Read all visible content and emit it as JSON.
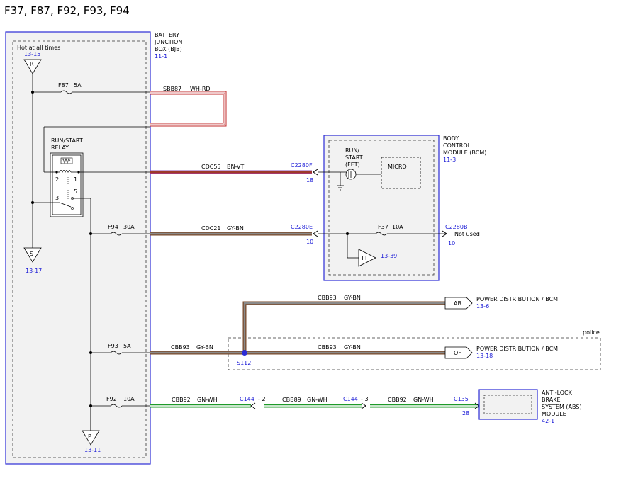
{
  "title": "F37, F87, F92, F93, F94",
  "bjb": {
    "name": [
      "BATTERY",
      "JUNCTION",
      "BOX (BJB)"
    ],
    "ref": "11-1",
    "hot_label": "Hot at all times",
    "hot_ref": "13-15",
    "connector_R": "R",
    "connector_S": "S",
    "ref_S": "13-17",
    "connector_P": "P",
    "ref_P": "13-11"
  },
  "relay": {
    "name": [
      "RUN/START",
      "RELAY"
    ],
    "pins": {
      "p1": "1",
      "p2": "2",
      "p3": "3",
      "p5": "5"
    }
  },
  "fuses": {
    "f87": {
      "id": "F87",
      "rating": "5A"
    },
    "f94": {
      "id": "F94",
      "rating": "30A"
    },
    "f93": {
      "id": "F93",
      "rating": "5A"
    },
    "f92": {
      "id": "F92",
      "rating": "10A"
    },
    "f37": {
      "id": "F37",
      "rating": "10A"
    }
  },
  "wires": {
    "sbb87": {
      "circuit": "SBB87",
      "color": "WH-RD"
    },
    "cdc55": {
      "circuit": "CDC55",
      "color": "BN-VT"
    },
    "cdc21": {
      "circuit": "CDC21",
      "color": "GY-BN"
    },
    "cbb93_up": {
      "circuit": "CBB93",
      "color": "GY-BN"
    },
    "cbb93_left": {
      "circuit": "CBB93",
      "color": "GY-BN"
    },
    "cbb93_right": {
      "circuit": "CBB93",
      "color": "GY-BN"
    },
    "cbb92_left": {
      "circuit": "CBB92",
      "color": "GN-WH"
    },
    "cbb89": {
      "circuit": "CBB89",
      "color": "GN-WH"
    },
    "cbb92_right": {
      "circuit": "CBB92",
      "color": "GN-WH"
    }
  },
  "bcm": {
    "name": [
      "BODY",
      "CONTROL",
      "MODULE (BCM)"
    ],
    "ref": "11-3",
    "fet": [
      "RUN/",
      "START",
      "(FET)"
    ],
    "micro": "MICRO",
    "tt": "TT",
    "tt_ref": "13-39",
    "c2280f": "C2280F",
    "c2280f_pin": "18",
    "c2280e": "C2280E",
    "c2280e_pin": "10",
    "c2280b": "C2280B",
    "c2280b_pin": "10",
    "not_used": "Not used"
  },
  "splice": {
    "id": "S112"
  },
  "option": {
    "label": "police"
  },
  "offpage": {
    "ab": {
      "tag": "AB",
      "label": "POWER DISTRIBUTION / BCM",
      "ref": "13-6"
    },
    "of": {
      "tag": "OF",
      "label": "POWER DISTRIBUTION / BCM",
      "ref": "13-18"
    }
  },
  "inline": {
    "c144a": "C144",
    "c144a_pin": "2",
    "c144b": "C144",
    "c144b_pin": "3",
    "c135": "C135",
    "c135_pin": "28"
  },
  "abs": {
    "name": [
      "ANTI-LOCK",
      "BRAKE",
      "SYSTEM (ABS)",
      "MODULE"
    ],
    "ref": "42-1"
  },
  "colors": {
    "box_border": "#2b2bd6",
    "box_fill": "#f2f2f2",
    "ref_blue": "#1a1ad6",
    "wire_red": "#c0282a",
    "wire_brown": "#7a4a2a",
    "wire_gray": "#8a8a8a",
    "wire_green": "#1f9a2a",
    "wire_white": "#ffffff",
    "wire_violet": "#8a4ab0"
  }
}
